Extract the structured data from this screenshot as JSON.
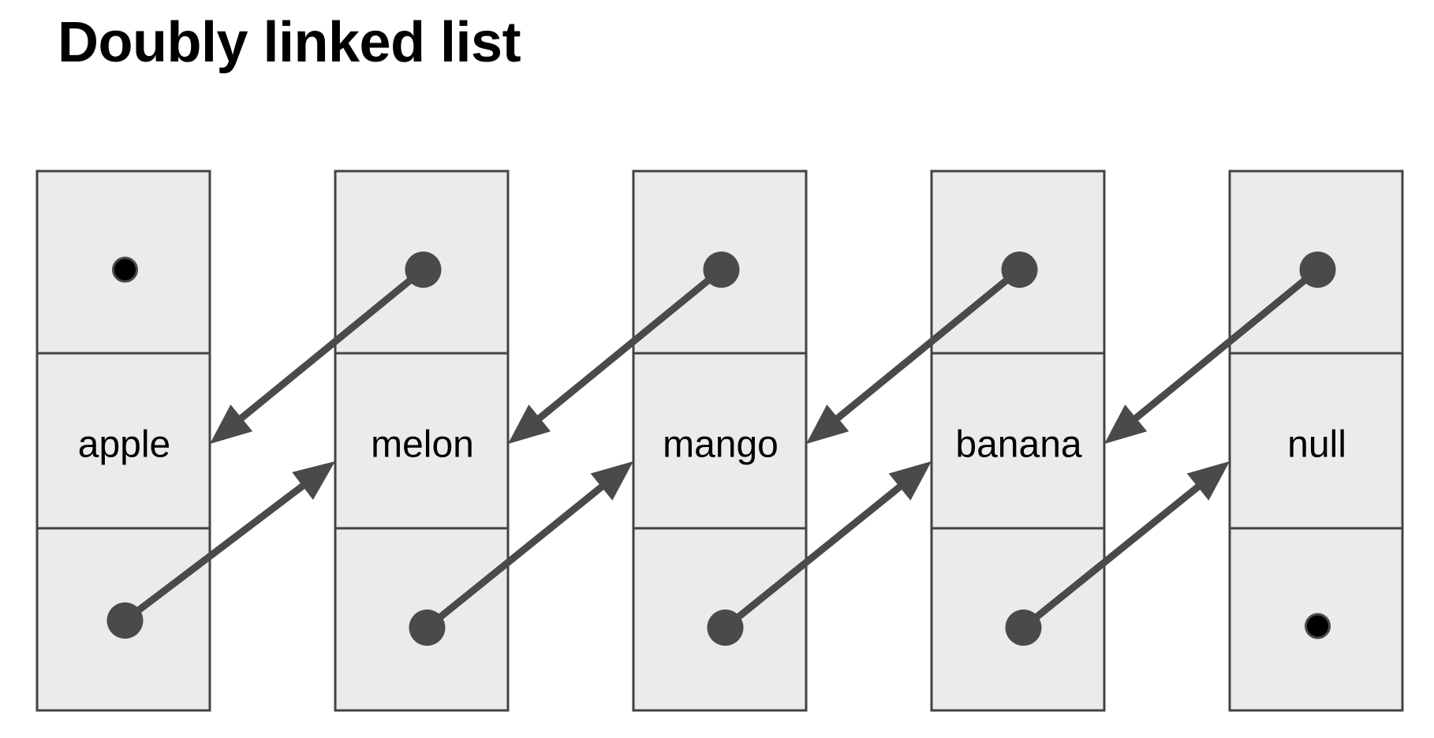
{
  "title": "Doubly linked list",
  "nodes": [
    {
      "label": "apple",
      "prev": "null",
      "next": "melon"
    },
    {
      "label": "melon",
      "prev": "apple",
      "next": "mango"
    },
    {
      "label": "mango",
      "prev": "melon",
      "next": "banana"
    },
    {
      "label": "banana",
      "prev": "mango",
      "next": "null"
    },
    {
      "label": "null",
      "prev": "banana",
      "next": "null"
    }
  ],
  "colors": {
    "cell_fill": "#ebebeb",
    "cell_stroke": "#434343",
    "arrow": "#4a4a4a",
    "null_pointer": "#000000"
  }
}
